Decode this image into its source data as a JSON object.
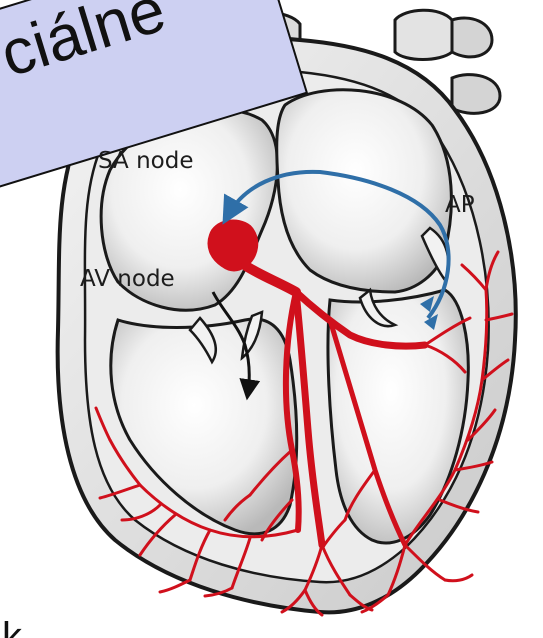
{
  "labels": {
    "sa_node": "SA node",
    "av_node": "AV node",
    "ap": "AP"
  },
  "callout": {
    "text": "ciálne"
  },
  "bottom_text": "k",
  "colors": {
    "conduction_red": "#d0101c",
    "impulse_blue": "#2f6fa8",
    "callout_fill": "#cdd0f2",
    "heart_wall": "#e6e6e6",
    "chamber_fill": "#d9d9d9",
    "outline": "#1a1a1a"
  }
}
